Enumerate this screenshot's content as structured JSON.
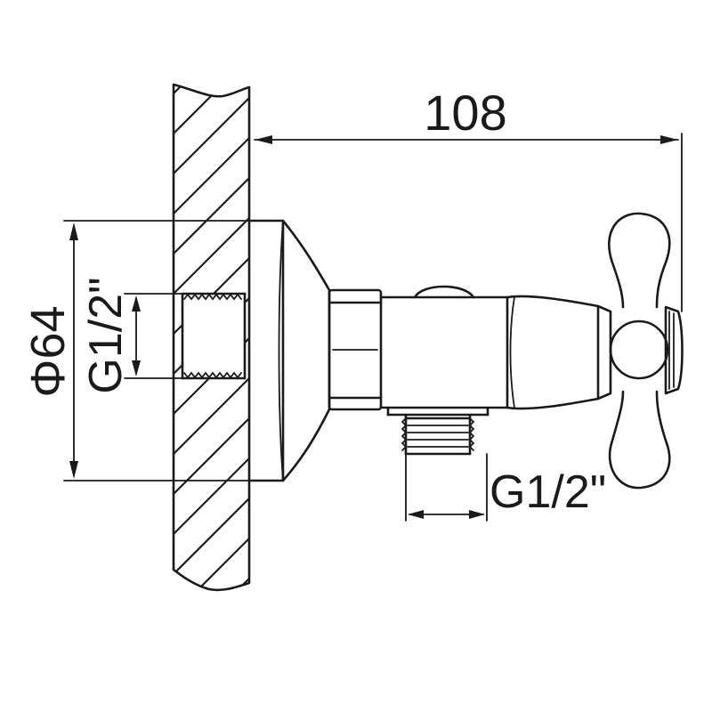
{
  "dimensions": {
    "overall_length": "108",
    "flange_diameter": "Φ64",
    "inlet_thread": "G1/2\"",
    "outlet_thread": "G1/2\""
  },
  "colors": {
    "line": "#1a1a1a",
    "background": "#ffffff"
  }
}
